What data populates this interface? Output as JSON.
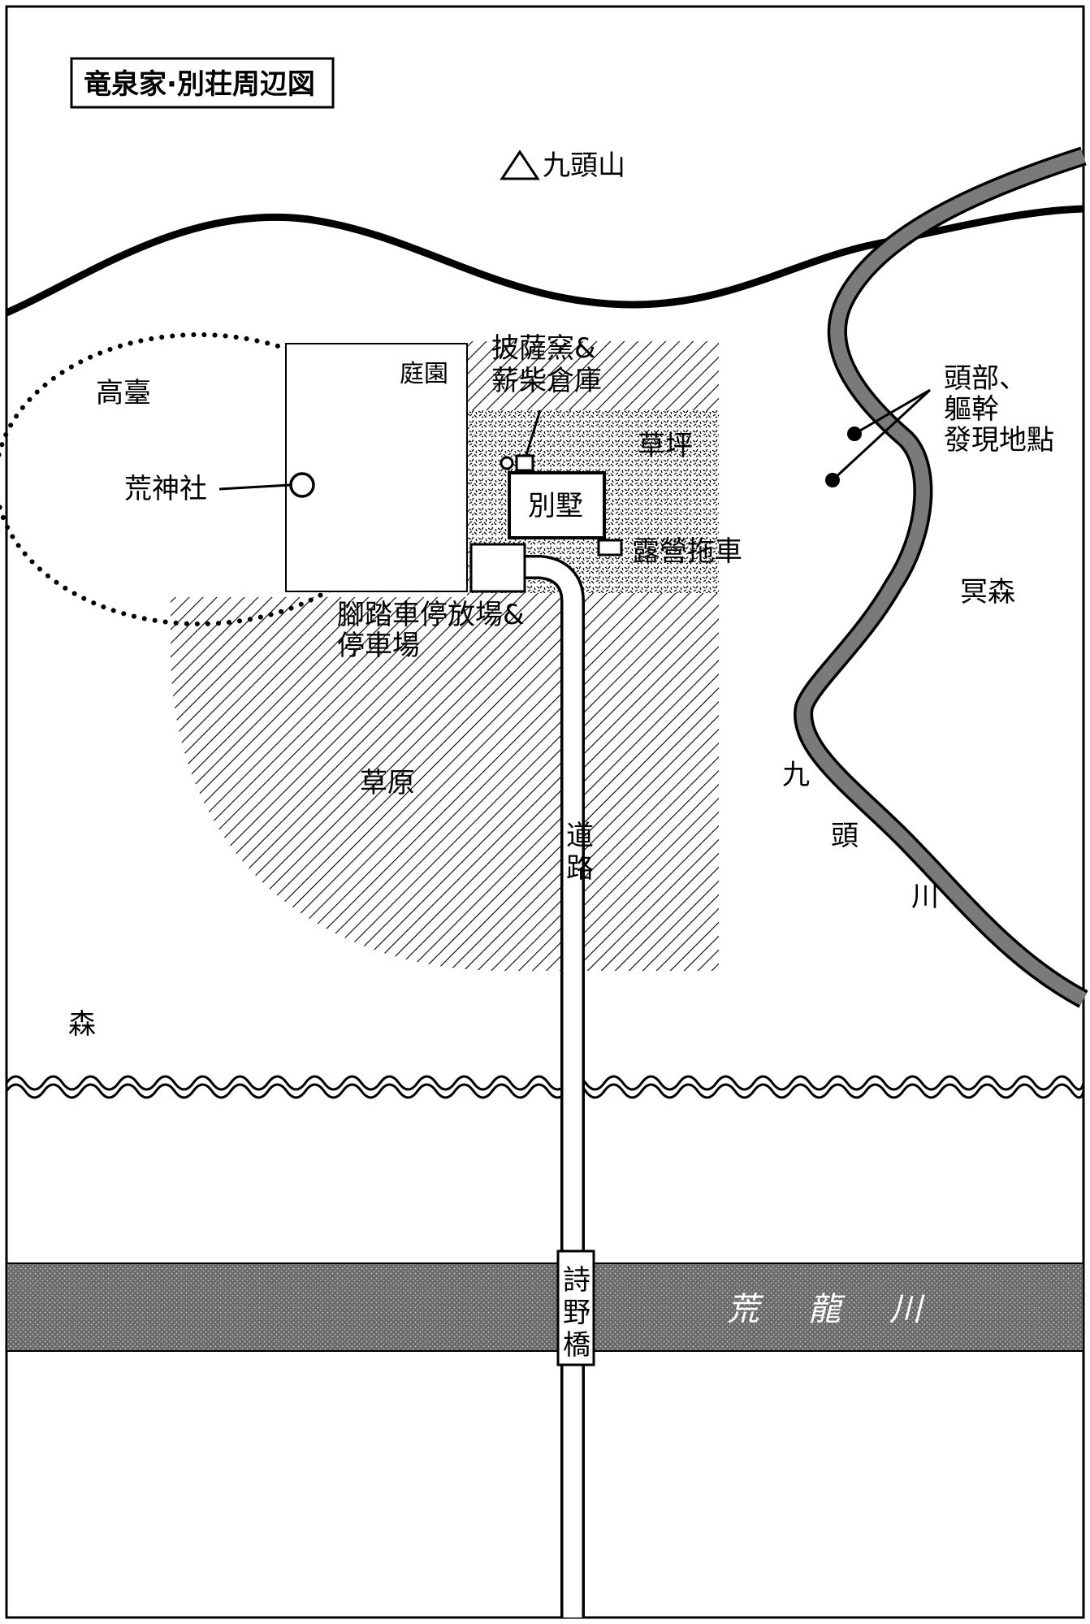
{
  "title": "竜泉家·別荘周辺図",
  "mountain": {
    "icon": "triangle-icon",
    "label": "九頭山"
  },
  "areas": {
    "plateau": "高臺",
    "garden": "庭園",
    "lawn": "草坪",
    "grassland": "草原",
    "forest_west": "森",
    "forest_dark": "冥森"
  },
  "places": {
    "shrine": "荒神社",
    "villa": "別墅",
    "pizza_kiln": [
      "披薩窯&",
      "薪柴倉庫"
    ],
    "camper": "露營拖車",
    "parking": [
      "腳踏車停放場&",
      "停車場"
    ],
    "discovery": [
      "頭部、",
      "軀幹",
      "發現地點"
    ]
  },
  "road": {
    "chars": [
      "道",
      "路"
    ]
  },
  "bridge": {
    "chars": [
      "詩",
      "野",
      "橋"
    ]
  },
  "rivers": {
    "kuzu": [
      "九",
      "頭",
      "川"
    ],
    "araryu": [
      "荒",
      "龍",
      "川"
    ]
  },
  "colors": {
    "ink": "#000000",
    "paper": "#ffffff",
    "river_fill": "#7a7a7a"
  }
}
